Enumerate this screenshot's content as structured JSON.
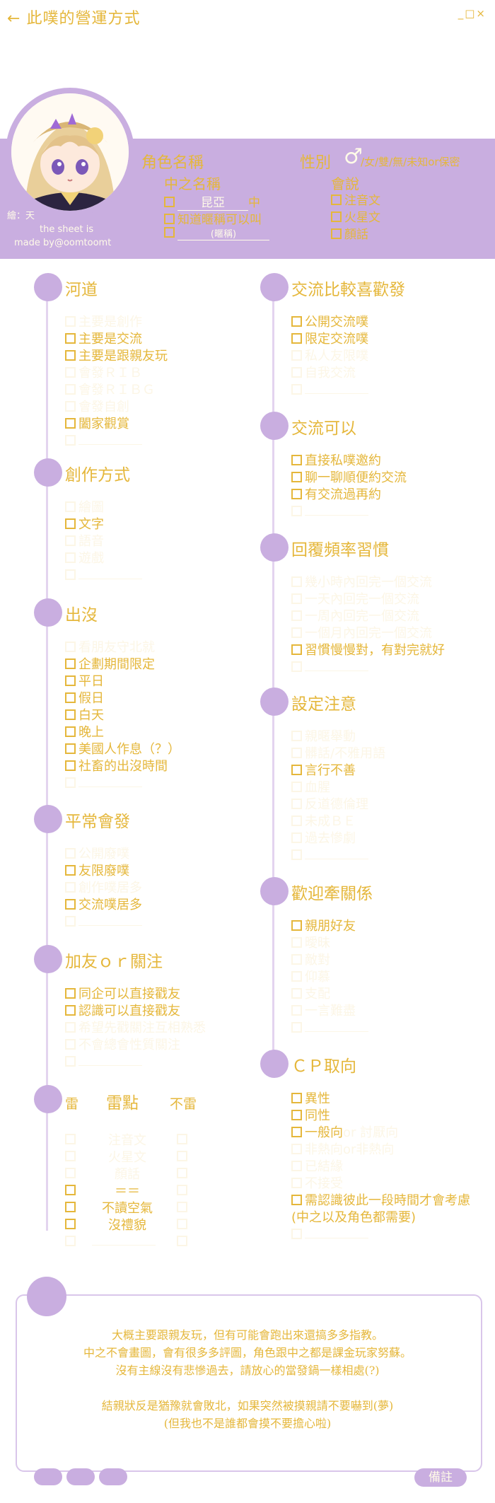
{
  "header": {
    "title": "此噗的營運方式",
    "back_icon": "←",
    "window_controls": "_□×"
  },
  "profile": {
    "character_label": "角色名稱",
    "gender_label": "性別",
    "gender_mark": "♂",
    "gender_options": "/女/雙/無/未知or保密",
    "nakanohito_label": "中之名稱",
    "name_line_prefix": "中",
    "name_handwritten": "昆亞",
    "know_name": "知道暱稱可以叫",
    "handwritten_note": "(暱稱)",
    "can_speak_label": "會說",
    "langs": [
      "注音文",
      "火星文",
      "顏話"
    ],
    "credit": [
      "繪：天",
      "the sheet is",
      "made by@oomtoomt"
    ]
  },
  "sections": {
    "heduo": {
      "title": "河道",
      "items": [
        {
          "t": "主要是創作",
          "on": false
        },
        {
          "t": "主要是交流",
          "on": true
        },
        {
          "t": "主要是跟親友玩",
          "on": true
        },
        {
          "t": "會發ＲＩＢ",
          "on": false
        },
        {
          "t": "會發ＲＩＢＧ",
          "on": false
        },
        {
          "t": "會發自創",
          "on": false
        },
        {
          "t": "闔家觀賞",
          "on": true
        }
      ]
    },
    "create": {
      "title": "創作方式",
      "items": [
        {
          "t": "繪圖",
          "on": false
        },
        {
          "t": "文字",
          "on": true
        },
        {
          "t": "語音",
          "on": false
        },
        {
          "t": "遊戲",
          "on": false
        }
      ]
    },
    "appear": {
      "title": "出沒",
      "items": [
        {
          "t": "看朋友守北就",
          "on": false
        },
        {
          "t": "企劃期間限定",
          "on": true
        },
        {
          "t": "平日",
          "on": true
        },
        {
          "t": "假日",
          "on": true
        },
        {
          "t": "白天",
          "on": true
        },
        {
          "t": "晚上",
          "on": true
        },
        {
          "t": "美國人作息（？）",
          "on": true
        },
        {
          "t": "社畜的出沒時間",
          "on": true
        }
      ]
    },
    "usual": {
      "title": "平常會發",
      "items": [
        {
          "t": "公開廢噗",
          "on": false
        },
        {
          "t": "友限廢噗",
          "on": true
        },
        {
          "t": "創作噗居多",
          "on": false
        },
        {
          "t": "交流噗居多",
          "on": true
        }
      ]
    },
    "friend": {
      "title": "加友ｏｒ關注",
      "items": [
        {
          "t": "同企可以直接戳友",
          "on": true
        },
        {
          "t": "認識可以直接戳友",
          "on": true
        },
        {
          "t": "希望先戳關注互相熟悉",
          "on": false
        },
        {
          "t": "不會總會性質關注",
          "on": false
        }
      ]
    },
    "mines": {
      "title": "雷點",
      "left_label": "雷",
      "right_label": "不雷",
      "items": [
        {
          "t": "注音文",
          "on": false
        },
        {
          "t": "火星文",
          "on": false
        },
        {
          "t": "顏話",
          "on": false
        },
        {
          "t": "＝＝",
          "on": true
        },
        {
          "t": "不讀空氣",
          "on": true
        },
        {
          "t": "沒禮貌",
          "on": true
        }
      ]
    },
    "exchange_pref": {
      "title": "交流比較喜歡發",
      "items": [
        {
          "t": "公開交流噗",
          "on": true
        },
        {
          "t": "限定交流噗",
          "on": true
        },
        {
          "t": "私人友限噗",
          "on": false
        },
        {
          "t": "自我交流",
          "on": false
        }
      ]
    },
    "exchange_ok": {
      "title": "交流可以",
      "items": [
        {
          "t": "直接私噗邀約",
          "on": true
        },
        {
          "t": "聊一聊順便約交流",
          "on": true
        },
        {
          "t": "有交流過再約",
          "on": true
        }
      ]
    },
    "reply": {
      "title": "回覆頻率習慣",
      "items": [
        {
          "t": "幾小時內回完一個交流",
          "on": false
        },
        {
          "t": "一天內回完一個交流",
          "on": false
        },
        {
          "t": "一周內回完一個交流",
          "on": false
        },
        {
          "t": "一個月內回完一個交流",
          "on": false
        },
        {
          "t": "習慣慢慢對，有對完就好",
          "on": true
        }
      ]
    },
    "setting": {
      "title": "設定注意",
      "items": [
        {
          "t": "親暱舉動",
          "on": false
        },
        {
          "t": "髒話/不雅用語",
          "on": false
        },
        {
          "t": "言行不善",
          "on": true
        },
        {
          "t": "血腥",
          "on": false
        },
        {
          "t": "反道德倫理",
          "on": false
        },
        {
          "t": "未成ＢＥ",
          "on": false
        },
        {
          "t": "過去慘劇",
          "on": false
        }
      ]
    },
    "relation": {
      "title": "歡迎牽關係",
      "items": [
        {
          "t": "親朋好友",
          "on": true
        },
        {
          "t": "曖昧",
          "on": false
        },
        {
          "t": "敵對",
          "on": false
        },
        {
          "t": "仰慕",
          "on": false
        },
        {
          "t": "支配",
          "on": false
        },
        {
          "t": "一言難盡",
          "on": false
        }
      ]
    },
    "cp": {
      "title": "ＣＰ取向",
      "items": [
        {
          "t": "異性",
          "on": true
        },
        {
          "t": "同性",
          "on": true
        },
        {
          "t": "一般向",
          "on": true,
          "suffix": "or 討厭向"
        },
        {
          "t": "非熱向or非熱向",
          "on": false
        },
        {
          "t": "已結緣",
          "on": false
        },
        {
          "t": "不接受",
          "on": false
        },
        {
          "t": "需認識彼此一段時間才會考慮",
          "on": true
        },
        {
          "t": "(中之以及角色都需要)",
          "on": true,
          "nobox": true
        }
      ]
    }
  },
  "note": {
    "lines": [
      "大概主要跟親友玩，但有可能會跑出來還搞多多指教。",
      "中之不會畫圖，會有很多多評圖，角色跟中之都是課金玩家努蘇。",
      "沒有主線沒有悲慘過去，請放心的當發鍋一樣相處(?)",
      "",
      "結親狀反是猶豫就會敗北，如果突然被摸親請不要嚇到(夢)",
      "(但我也不是誰都會摸不要擔心啦)"
    ]
  },
  "footer": {
    "label": "備註"
  },
  "colors": {
    "accent": "#e5b73b",
    "band": "#c9aee0",
    "faint": "#fcf6e6"
  }
}
